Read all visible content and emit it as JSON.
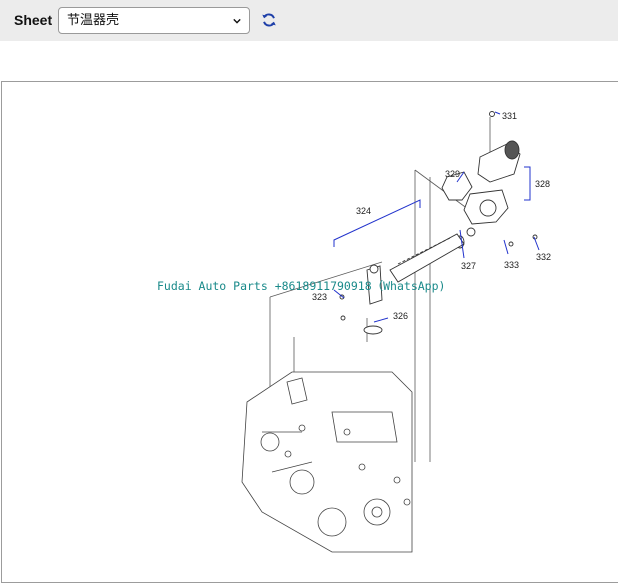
{
  "toolbar": {
    "sheet_label": "Sheet",
    "sheet_select": {
      "selected": "节温器壳"
    },
    "refresh_icon": "refresh-icon"
  },
  "diagram": {
    "callouts": [
      "331",
      "328",
      "329",
      "324",
      "327",
      "333",
      "332",
      "323",
      "326"
    ],
    "watermark": "Fudai Auto Parts +8618911790918（WhatsApp)"
  },
  "colors": {
    "toolbar_bg": "#ececec",
    "refresh_icon": "#1e3fa8",
    "bracket": "#2233cc",
    "watermark": "#1a8a8a",
    "line_art": "#555555"
  }
}
